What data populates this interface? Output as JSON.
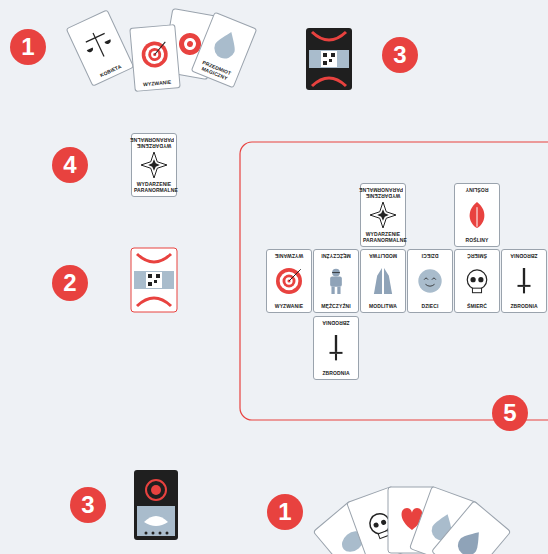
{
  "diagram": {
    "nodes": [
      {
        "text": [
          "KOBIETA"
        ]
      },
      {
        "text": [
          "WYZWANIE"
        ]
      },
      {
        "text": [
          "PRZEDMIOT MAGICZNY"
        ]
      },
      {
        "text": [
          "WYDARZENIE PARANORMALNE",
          "WYDARZENIE PARANORMALNE"
        ]
      },
      {
        "text": [
          "WYDARZENIE PARANORMALNE",
          "WYDARZENIE PARANORMALNE"
        ]
      },
      {
        "text": [
          "ROŚLINY",
          "ROŚLINY"
        ]
      },
      {
        "text": [
          "WYZWANIE",
          "WYZWANIE"
        ]
      },
      {
        "text": [
          "MĘŻCZYŹNI",
          "MĘŻCZYŹNI"
        ]
      },
      {
        "text": [
          "MODLITWA",
          "MODLITWA"
        ]
      },
      {
        "text": [
          "DZIECI",
          "DZIECI"
        ]
      },
      {
        "text": [
          "ŚMIERĆ",
          "ŚMIERĆ"
        ]
      },
      {
        "text": [
          "ZBRODNIA",
          "ZBRODNIA"
        ]
      },
      {
        "text": [
          "ZBRODNIA",
          "ZBRODNIA"
        ]
      }
    ],
    "labels": [
      "1",
      "3",
      "4",
      "2",
      "5",
      "3",
      "1"
    ]
  }
}
